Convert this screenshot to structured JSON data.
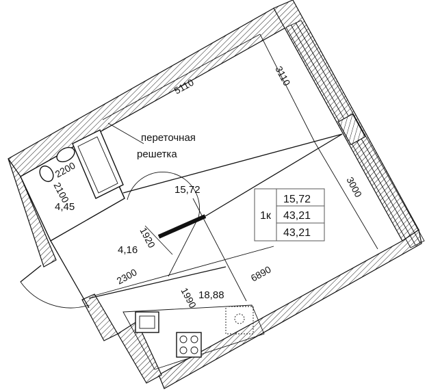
{
  "rooms": {
    "living_area": "15,72",
    "bathroom_area": "4,45",
    "hall_area": "4,16",
    "kitchen_area": "18,88"
  },
  "dimensions": {
    "top_wall": "5110",
    "right_upper": "3110",
    "right_lower": "3000",
    "diagonal_living": "6890",
    "hall_width": "2300",
    "hall_depth": "1920",
    "kitchen_depth": "1990",
    "bath_a": "2200",
    "bath_b": "2100"
  },
  "annotation": {
    "line1": "переточная",
    "line2": "решетка"
  },
  "summary_table": {
    "rooms_label": "1к",
    "living": "15,72",
    "total": "43,21",
    "total_with_balcony": "43,21"
  }
}
